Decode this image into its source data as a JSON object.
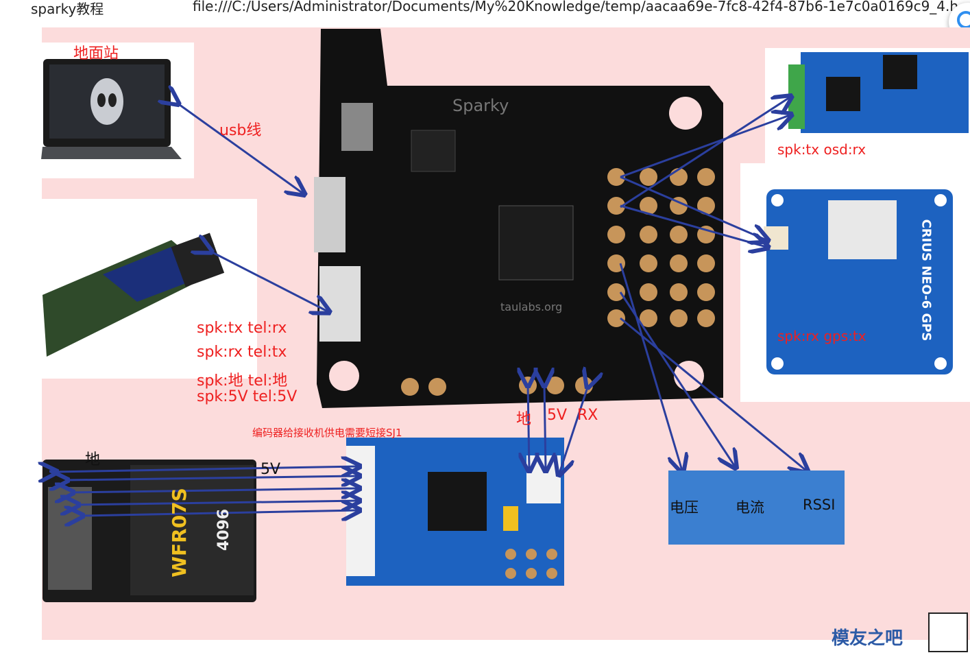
{
  "browser": {
    "title": "sparky教程",
    "url": "file:///C:/Users/Administrator/Documents/My%20Knowledge/temp/aacaa69e-7fc8-42f4-87b6-1e7c0a0169c9_4.h"
  },
  "labels": {
    "ground_station": "地面站",
    "usb": "usb线",
    "osd": "spk:tx osd:rx",
    "gps": "spk:rx gps:tx",
    "gps_module": "CRIUS NEO-6 GPS",
    "board_name": "Sparky",
    "board_site": "taulabs.org",
    "tel_1": "spk:tx tel:rx",
    "tel_2": "spk:rx tel:tx",
    "tel_3": "spk:地 tel:地",
    "tel_4": "spk:5V tel:5V",
    "pins_gnd": "地",
    "pins_5v": "5V",
    "pins_rx": "RX",
    "encoder_note": "编码器给接收机供电需要短接SJ1",
    "rx_gnd": "地",
    "rx_5v": "5V",
    "sensor_voltage": "电压",
    "sensor_current": "电流",
    "sensor_rssi": "RSSI",
    "receiver_model": "WFR07S",
    "receiver_code": "4096",
    "watermark": "模友之吧"
  },
  "colors": {
    "arrow": "#2b3f9e",
    "red_text": "#ee2020",
    "board": "#111111",
    "pcb_blue": "#1d62c0",
    "sensor_box": "#3b7fd0"
  }
}
